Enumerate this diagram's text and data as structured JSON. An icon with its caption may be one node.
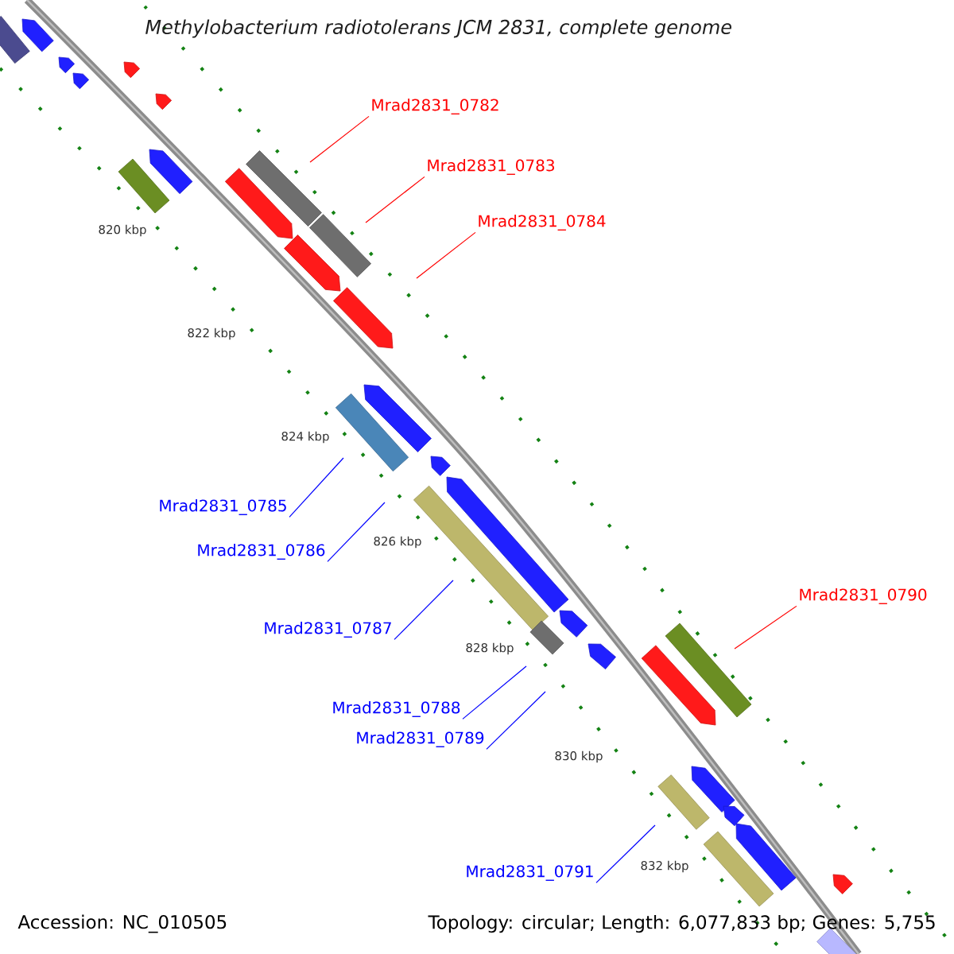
{
  "diagram": {
    "title": "Methylobacterium radiotolerans JCM 2831, complete genome",
    "nodes": [
      {
        "text": [
          "Mrad2831_0782"
        ]
      },
      {
        "text": [
          "Mrad2831_0783"
        ]
      },
      {
        "text": [
          "Mrad2831_0784"
        ]
      },
      {
        "text": [
          "Mrad2831_0785"
        ]
      },
      {
        "text": [
          "Mrad2831_0786"
        ]
      },
      {
        "text": [
          "Mrad2831_0787"
        ]
      },
      {
        "text": [
          "Mrad2831_0790"
        ]
      },
      {
        "text": [
          "Mrad2831_0788"
        ]
      },
      {
        "text": [
          "Mrad2831_0789"
        ]
      },
      {
        "text": [
          "Mrad2831_0791"
        ]
      }
    ],
    "edges": [
      {
        "from": 0,
        "to": null,
        "arrow": "none",
        "color": "#ff0000"
      },
      {
        "from": 1,
        "to": null,
        "arrow": "none",
        "color": "#ff0000"
      },
      {
        "from": 2,
        "to": null,
        "arrow": "none",
        "color": "#ff0000"
      },
      {
        "from": 3,
        "to": null,
        "arrow": "none"
      },
      {
        "from": 4,
        "to": null,
        "arrow": "none"
      },
      {
        "from": 5,
        "to": null,
        "arrow": "none"
      },
      {
        "from": 6,
        "to": null,
        "arrow": "none",
        "color": "#ff0000"
      },
      {
        "from": 7,
        "to": null,
        "arrow": "none"
      },
      {
        "from": 8,
        "to": null,
        "arrow": "none"
      },
      {
        "from": 9,
        "to": null,
        "arrow": "none"
      }
    ],
    "labels": [
      "820 kbp",
      "822 kbp",
      "824 kbp",
      "826 kbp",
      "828 kbp",
      "830 kbp",
      "832 kbp",
      "Accession: NC_010505",
      "Topology: circular; Length: 6,077,833 bp; Genes: 5,755"
    ]
  }
}
